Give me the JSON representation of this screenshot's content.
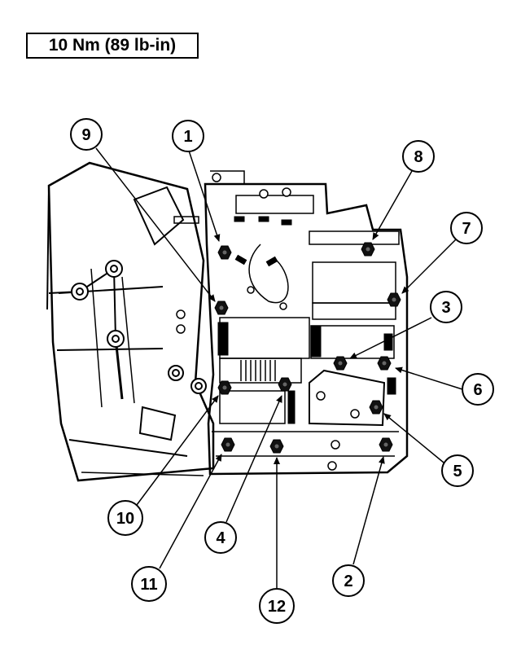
{
  "torque_spec": "10 Nm (89 lb-in)",
  "callouts": [
    {
      "number": "1"
    },
    {
      "number": "2"
    },
    {
      "number": "3"
    },
    {
      "number": "4"
    },
    {
      "number": "5"
    },
    {
      "number": "6"
    },
    {
      "number": "7"
    },
    {
      "number": "8"
    },
    {
      "number": "9"
    },
    {
      "number": "10"
    },
    {
      "number": "11"
    },
    {
      "number": "12"
    }
  ],
  "colors": {
    "ink": "#000000",
    "paper": "#ffffff"
  }
}
